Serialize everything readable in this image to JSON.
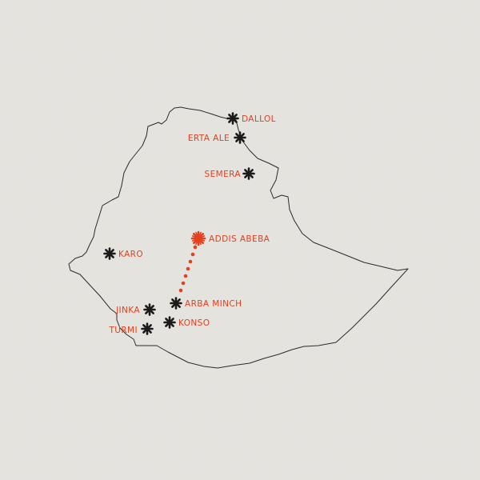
{
  "colors": {
    "background": "#e7e5e0",
    "paper_grain": "#d8d5cf",
    "border": "#2b2b2b",
    "marker_black": "#1b1b1b",
    "accent": "#e2401f"
  },
  "map": {
    "country": "Ethiopia",
    "icon_default": "asterisk-marker-icon",
    "icon_capital": "starburst-marker-icon",
    "route_style": "dotted",
    "route_from": "ADDIS ABEBA",
    "route_to": "ARBA MINCH"
  },
  "cities": [
    {
      "id": "dallol",
      "label": "DALLOL",
      "kind": "site"
    },
    {
      "id": "erta-ale",
      "label": "ERTA ALE",
      "kind": "site"
    },
    {
      "id": "semera",
      "label": "SEMERA",
      "kind": "site"
    },
    {
      "id": "addis-abeba",
      "label": "ADDIS ABEBA",
      "kind": "capital"
    },
    {
      "id": "karo",
      "label": "KARO",
      "kind": "site"
    },
    {
      "id": "arba-minch",
      "label": "ARBA MINCH",
      "kind": "site"
    },
    {
      "id": "jinka",
      "label": "JINKA",
      "kind": "site"
    },
    {
      "id": "konso",
      "label": "KONSO",
      "kind": "site"
    },
    {
      "id": "turmi",
      "label": "TURMI",
      "kind": "site"
    }
  ]
}
